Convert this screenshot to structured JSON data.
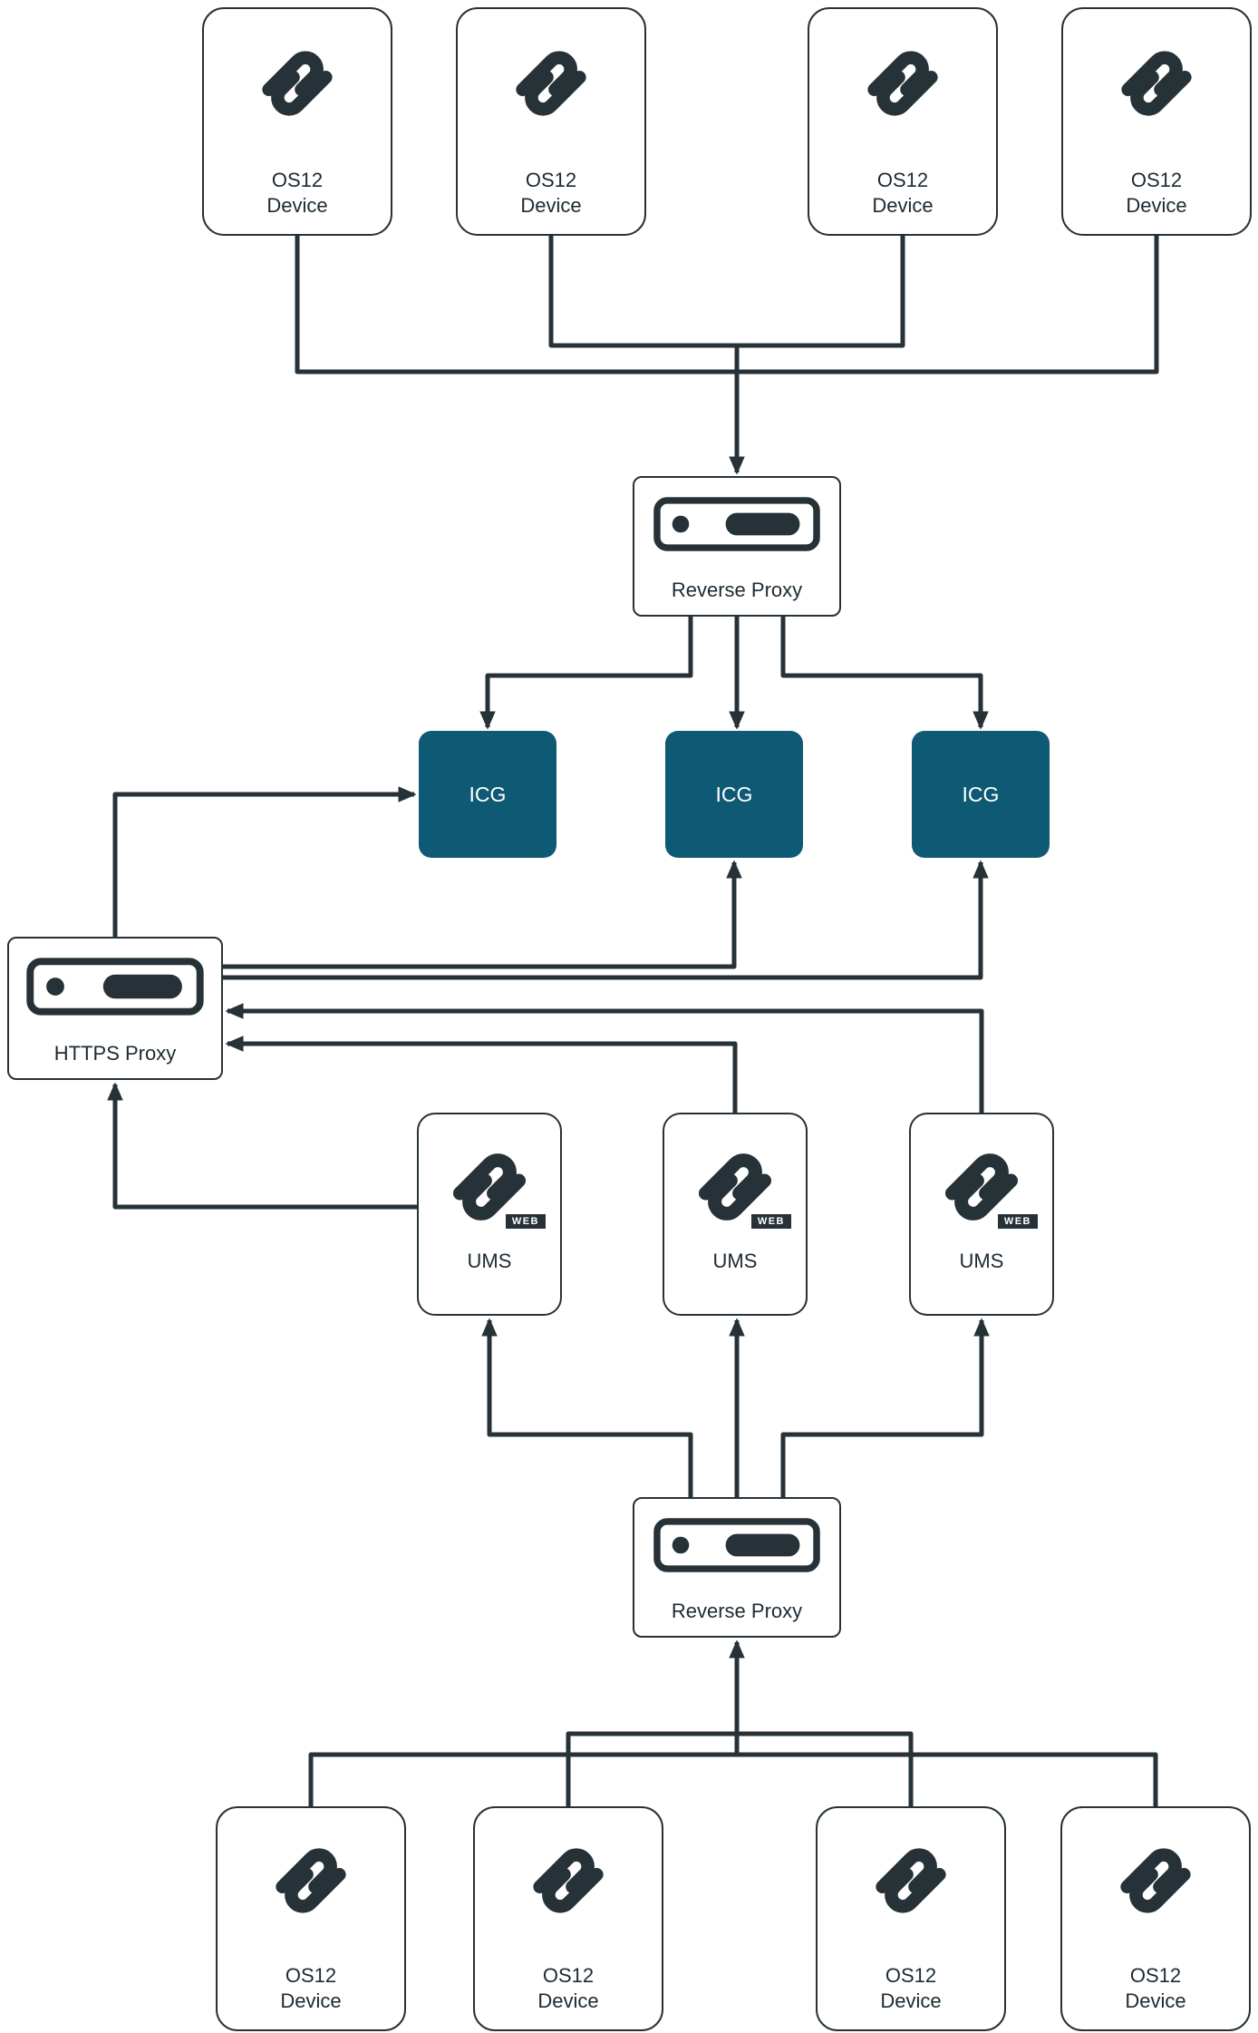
{
  "colors": {
    "line": "#263238",
    "node_border": "#263238",
    "icg_fill": "#0e5a75",
    "icg_text": "#ffffff",
    "badge_bg": "#263238",
    "badge_text": "#ffffff",
    "background": "#ffffff"
  },
  "nodes": {
    "top_devices": [
      {
        "line1": "OS12",
        "line2": "Device"
      },
      {
        "line1": "OS12",
        "line2": "Device"
      },
      {
        "line1": "OS12",
        "line2": "Device"
      },
      {
        "line1": "OS12",
        "line2": "Device"
      }
    ],
    "reverse_proxy_top": {
      "label": "Reverse Proxy"
    },
    "icg": [
      {
        "label": "ICG"
      },
      {
        "label": "ICG"
      },
      {
        "label": "ICG"
      }
    ],
    "https_proxy": {
      "label": "HTTPS Proxy"
    },
    "ums": [
      {
        "label": "UMS",
        "badge": "WEB"
      },
      {
        "label": "UMS",
        "badge": "WEB"
      },
      {
        "label": "UMS",
        "badge": "WEB"
      }
    ],
    "reverse_proxy_bottom": {
      "label": "Reverse Proxy"
    },
    "bottom_devices": [
      {
        "line1": "OS12",
        "line2": "Device"
      },
      {
        "line1": "OS12",
        "line2": "Device"
      },
      {
        "line1": "OS12",
        "line2": "Device"
      },
      {
        "line1": "OS12",
        "line2": "Device"
      }
    ]
  }
}
